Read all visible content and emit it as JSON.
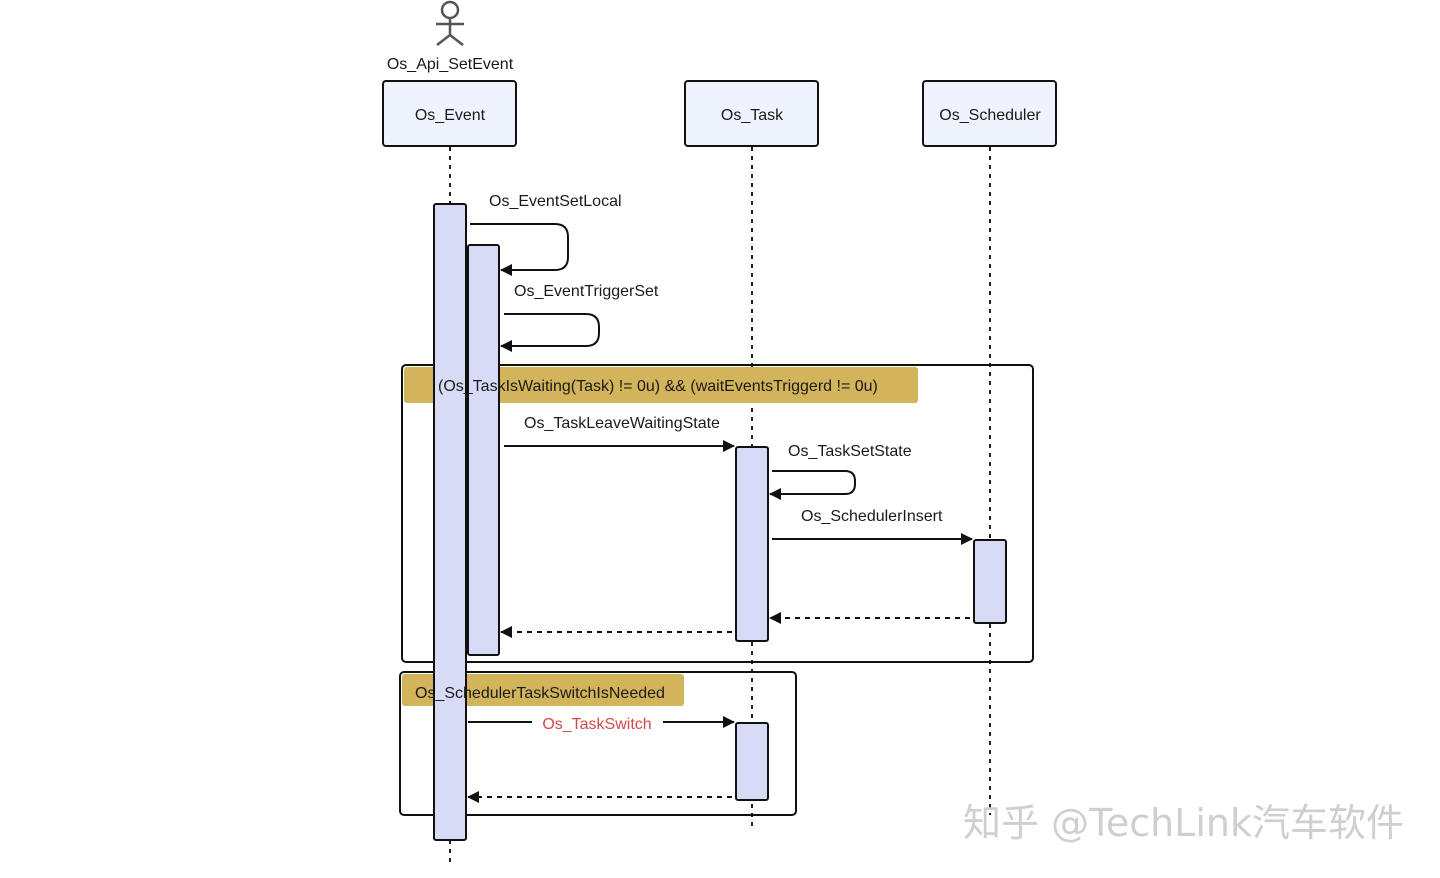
{
  "actor": {
    "label": "Os_Api_SetEvent",
    "icon": "stick-figure-icon"
  },
  "participants": [
    {
      "id": "event",
      "label": "Os_Event"
    },
    {
      "id": "task",
      "label": "Os_Task"
    },
    {
      "id": "scheduler",
      "label": "Os_Scheduler"
    }
  ],
  "fragments": [
    {
      "guard": "(Os_TaskIsWaiting(Task) != 0u) && (waitEventsTriggerd != 0u)"
    },
    {
      "guard": "Os_SchedulerTaskSwitchIsNeeded"
    }
  ],
  "messages": [
    {
      "label": "Os_EventSetLocal",
      "kind": "self-call"
    },
    {
      "label": "Os_EventTriggerSet",
      "kind": "self-call"
    },
    {
      "label": "Os_TaskLeaveWaitingState",
      "kind": "call"
    },
    {
      "label": "Os_TaskSetState",
      "kind": "self-call"
    },
    {
      "label": "Os_SchedulerInsert",
      "kind": "call"
    },
    {
      "label": "",
      "kind": "return"
    },
    {
      "label": "",
      "kind": "return"
    },
    {
      "label": "Os_TaskSwitch",
      "kind": "call",
      "color": "#d24b4b"
    },
    {
      "label": "",
      "kind": "return"
    }
  ],
  "colors": {
    "participant_fill": "#eef3fd",
    "activation_fill": "#d7dbf5",
    "guard_fill": "#d2b45a",
    "highlight_message": "#d24b4b"
  },
  "watermark": "知乎 @TechLink汽车软件"
}
